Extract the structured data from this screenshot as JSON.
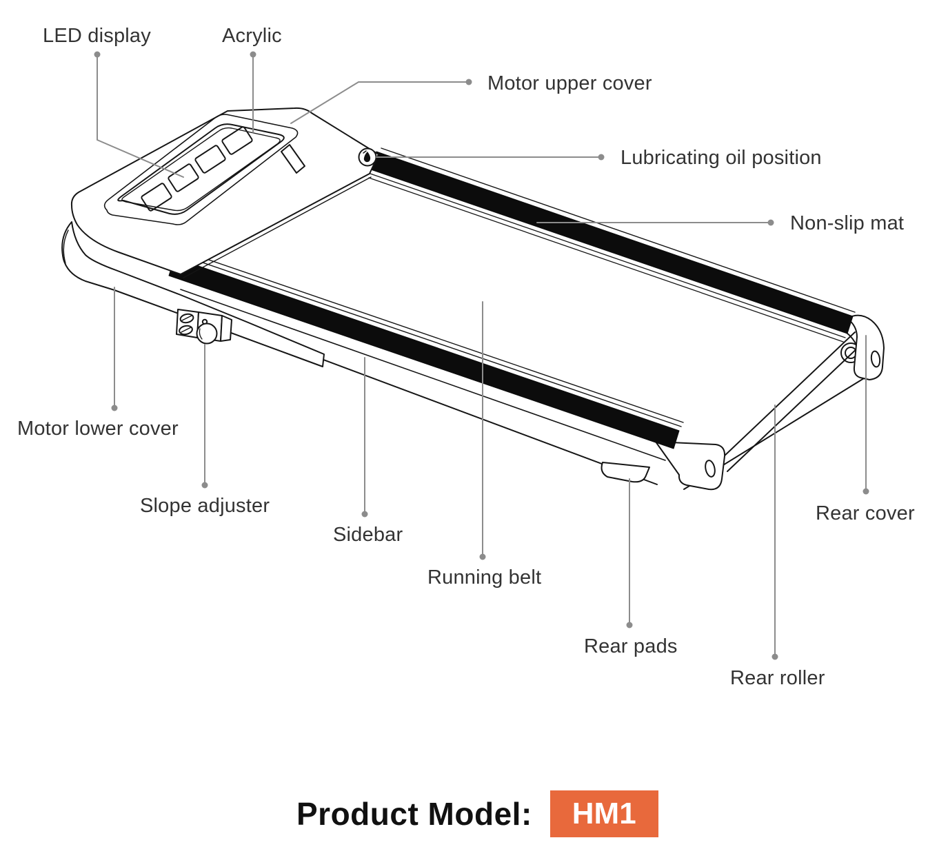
{
  "diagram": {
    "subject": "treadmill walking pad exploded-view part labels",
    "labels": [
      {
        "id": "led-display",
        "text": "LED display"
      },
      {
        "id": "acrylic",
        "text": "Acrylic"
      },
      {
        "id": "motor-upper-cover",
        "text": "Motor upper cover"
      },
      {
        "id": "lubricating-oil-position",
        "text": "Lubricating oil position"
      },
      {
        "id": "non-slip-mat",
        "text": "Non-slip mat"
      },
      {
        "id": "motor-lower-cover",
        "text": "Motor lower cover"
      },
      {
        "id": "slope-adjuster",
        "text": "Slope adjuster"
      },
      {
        "id": "sidebar",
        "text": "Sidebar"
      },
      {
        "id": "running-belt",
        "text": "Running belt"
      },
      {
        "id": "rear-pads",
        "text": "Rear pads"
      },
      {
        "id": "rear-roller",
        "text": "Rear roller"
      },
      {
        "id": "rear-cover",
        "text": "Rear cover"
      }
    ],
    "icons": [
      {
        "name": "oil-drop-icon",
        "meaning": "lubricating oil fill point marker"
      }
    ],
    "colors": {
      "line_art": "#151515",
      "leader_line": "#8C8C8C",
      "label_text": "#333333",
      "badge_bg": "#E8693C",
      "badge_text": "#FFFFFF"
    }
  },
  "title": {
    "prefix": "Product Model:",
    "model": "HM1"
  }
}
